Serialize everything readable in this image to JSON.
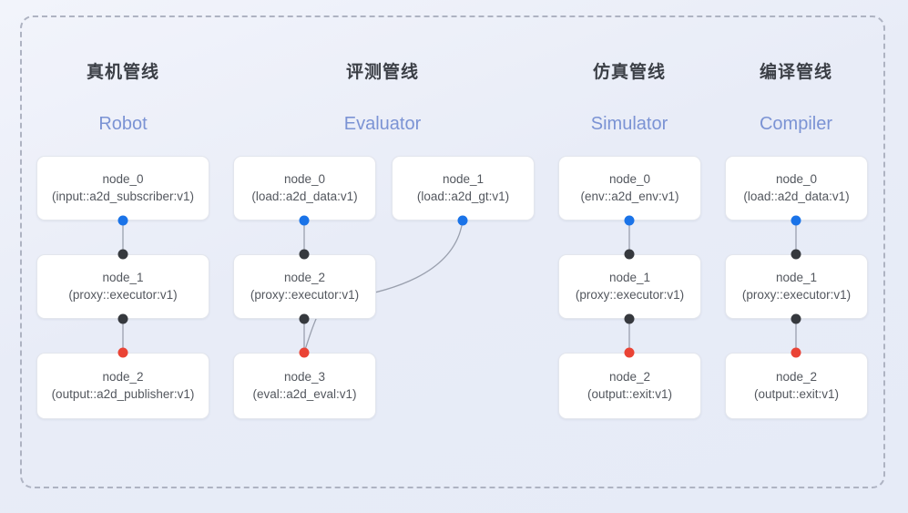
{
  "diagram": {
    "background_color": "#eaeef8",
    "frame_style": "dashed",
    "frame_color": "#aeb3c2",
    "port_colors": {
      "input": "#1a73e8",
      "relay": "#36393e",
      "output": "#ea4335"
    },
    "edge_color": "#9aa0ae"
  },
  "columns": [
    {
      "title_cn": "真机管线",
      "title_en": "Robot",
      "nodes": [
        {
          "name": "node_0",
          "spec": "(input::a2d_subscriber:v1)"
        },
        {
          "name": "node_1",
          "spec": "(proxy::executor:v1)"
        },
        {
          "name": "node_2",
          "spec": "(output::a2d_publisher:v1)"
        }
      ]
    },
    {
      "title_cn": "评测管线",
      "title_en": "Evaluator",
      "nodes": [
        {
          "name": "node_0",
          "spec": "(load::a2d_data:v1)"
        },
        {
          "name": "node_1",
          "spec": "(load::a2d_gt:v1)"
        },
        {
          "name": "node_2",
          "spec": "(proxy::executor:v1)"
        },
        {
          "name": "node_3",
          "spec": "(eval::a2d_eval:v1)"
        }
      ]
    },
    {
      "title_cn": "仿真管线",
      "title_en": "Simulator",
      "nodes": [
        {
          "name": "node_0",
          "spec": "(env::a2d_env:v1)"
        },
        {
          "name": "node_1",
          "spec": "(proxy::executor:v1)"
        },
        {
          "name": "node_2",
          "spec": "(output::exit:v1)"
        }
      ]
    },
    {
      "title_cn": "编译管线",
      "title_en": "Compiler",
      "nodes": [
        {
          "name": "node_0",
          "spec": "(load::a2d_data:v1)"
        },
        {
          "name": "node_1",
          "spec": "(proxy::executor:v1)"
        },
        {
          "name": "node_2",
          "spec": "(output::exit:v1)"
        }
      ]
    }
  ]
}
